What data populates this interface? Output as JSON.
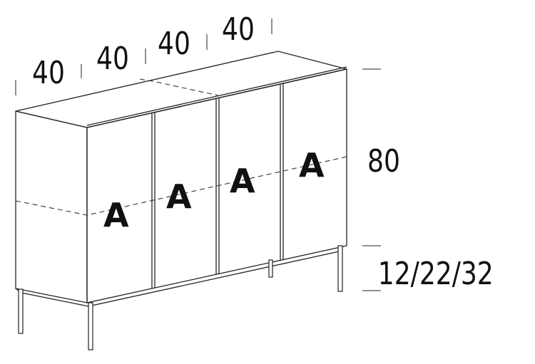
{
  "dimensions": {
    "widths": [
      "40",
      "40",
      "40",
      "40"
    ],
    "height": "80",
    "leg_height": "12/22/32"
  },
  "doors": [
    "A",
    "A",
    "A",
    "A"
  ]
}
